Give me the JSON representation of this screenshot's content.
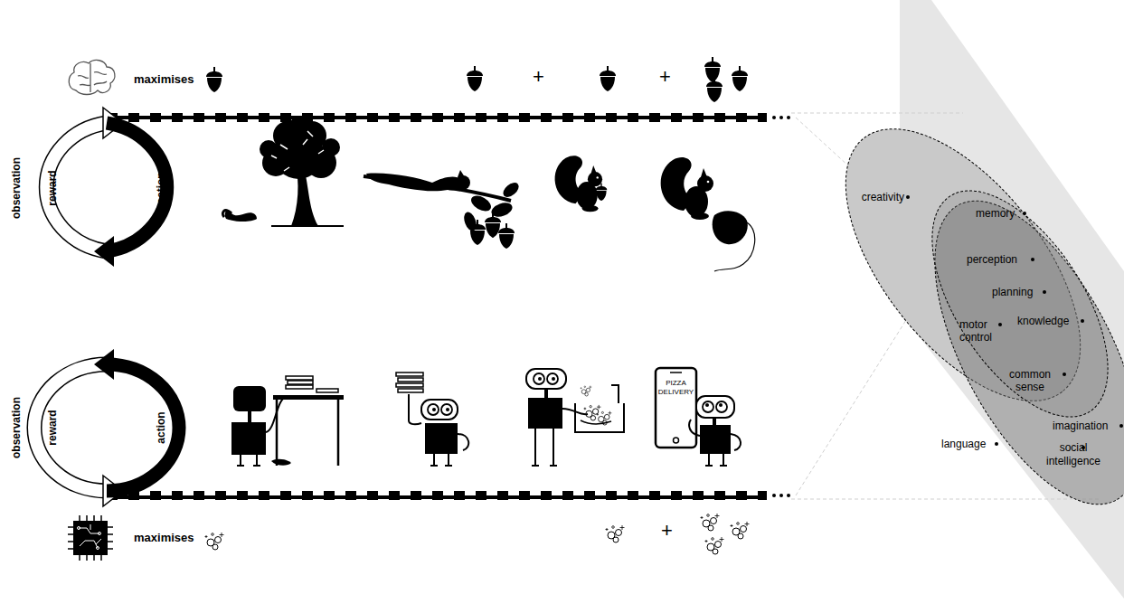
{
  "diagram": {
    "labels": [
      "maximises",
      "+",
      "+",
      "observation",
      "reward",
      "action",
      "creativity",
      "memory",
      "perception",
      "planning",
      "motor control",
      "knowledge",
      "common sense",
      "imagination",
      "language",
      "social intelligence",
      "PIZZA DELIVERY",
      "observation",
      "reward",
      "action",
      "maximises",
      "+"
    ]
  }
}
